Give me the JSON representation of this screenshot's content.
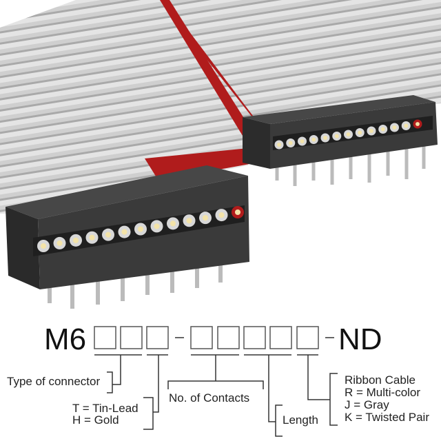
{
  "part_number": {
    "prefix": "M6",
    "suffix": "ND",
    "separator": "-"
  },
  "legend": {
    "type_of_connector": "Type of connector",
    "plating_tin": "T = Tin-Lead",
    "plating_gold": "H = Gold",
    "contacts": "No. of Contacts",
    "length": "Length",
    "cable_title": "Ribbon Cable",
    "cable_r": "R = Multi-color",
    "cable_j": "J = Gray",
    "cable_k": "K = Twisted Pair"
  },
  "colors": {
    "cable_gray": "#c9c9c9",
    "stripe_red": "#b01c1c",
    "connector_body": "#333333",
    "contact_gold": "#f3e3a8"
  }
}
